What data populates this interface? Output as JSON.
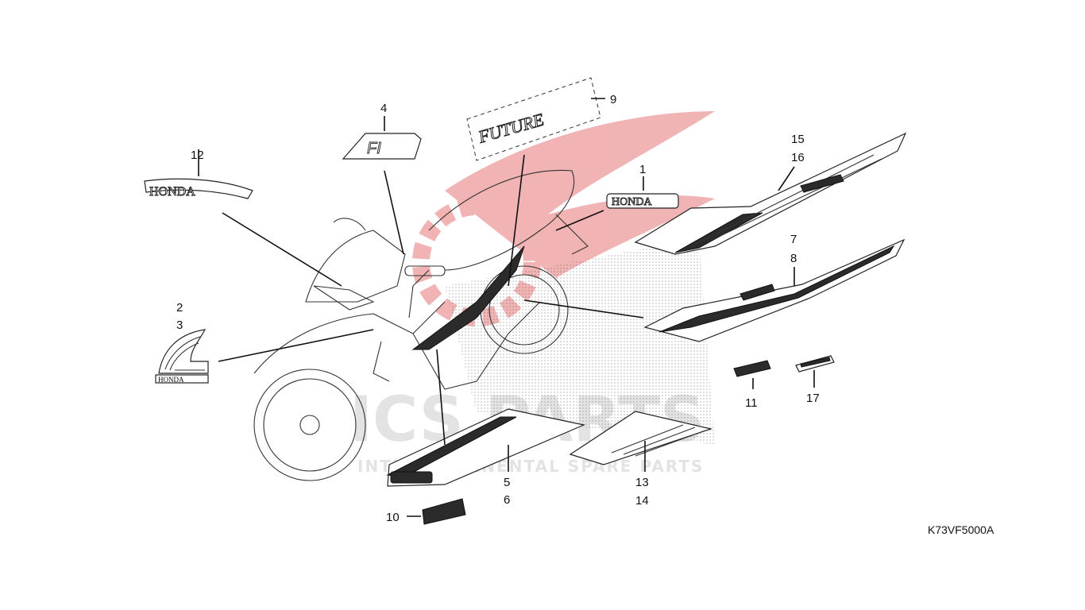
{
  "callouts": {
    "c1": "1",
    "c2": "2",
    "c3": "3",
    "c4": "4",
    "c5": "5",
    "c6": "6",
    "c7": "7",
    "c8": "8",
    "c9": "9",
    "c10": "10",
    "c11": "11",
    "c12": "12",
    "c13": "13",
    "c14": "14",
    "c15": "15",
    "c16": "16",
    "c17": "17"
  },
  "decal_text": {
    "honda": "HONDA",
    "future": "FUTURE",
    "fi": "FI"
  },
  "watermark": {
    "brand": "ICS PARTS",
    "tagline": "INTERCONTINENTAL SPARE PARTS"
  },
  "diagram_code": "K73VF5000A",
  "colors": {
    "watermark_red": "#d83a3a",
    "watermark_gray": "#b8b8b8",
    "line": "#111111"
  }
}
